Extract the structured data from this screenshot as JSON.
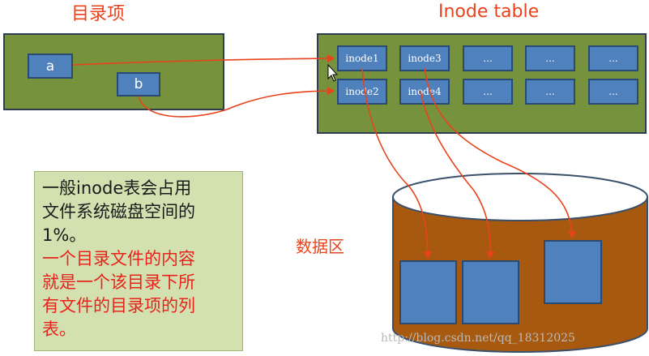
{
  "labels": {
    "directory_entries": "目录项",
    "inode_table": "Inode table",
    "data_area": "数据区"
  },
  "directory": {
    "entries": [
      "a",
      "b"
    ]
  },
  "inode_table": {
    "row1": [
      "inode1",
      "inode3",
      "...",
      "...",
      "..."
    ],
    "row2": [
      "inode2",
      "inode4",
      "...",
      "...",
      "..."
    ]
  },
  "note": {
    "line1": "一般inode表会占用",
    "line2": "文件系统磁盘空间的",
    "line3": "1%。",
    "line4": "一个目录文件的内容",
    "line5": "就是一个该目录下所",
    "line6": "有文件的目录项的列",
    "line7": "表。"
  },
  "watermark": "http://blog.csdn.net/qq_18312025",
  "colors": {
    "panel_green": "#76923c",
    "box_blue": "#4f81bd",
    "arrow_red": "#e8431c",
    "drum_brown": "#a75a0f",
    "note_green": "#d3e0b0"
  }
}
